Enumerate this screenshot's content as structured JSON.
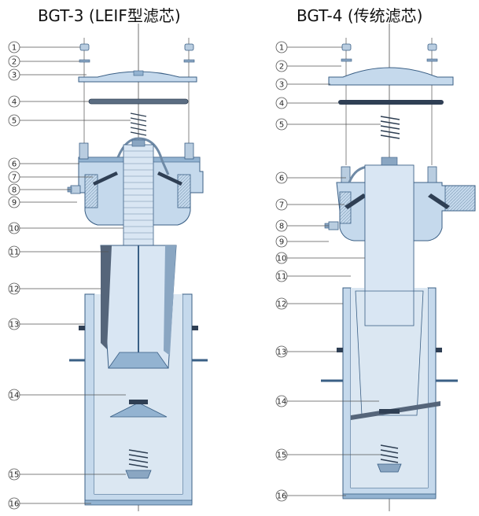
{
  "left": {
    "title": "BGT-3 (LEIF型滤芯)",
    "labels": [
      "1",
      "2",
      "3",
      "4",
      "5",
      "6",
      "7",
      "8",
      "9",
      "10",
      "11",
      "12",
      "13",
      "14",
      "15",
      "16"
    ]
  },
  "right": {
    "title": "BGT-4 (传统滤芯)",
    "labels": [
      "1",
      "2",
      "3",
      "4",
      "5",
      "6",
      "7",
      "8",
      "9",
      "10",
      "11",
      "12",
      "13",
      "14",
      "15",
      "16"
    ]
  },
  "colors": {
    "body_fill": "#c5d9ec",
    "body_dark": "#93b3d1",
    "outline": "#3a5f85",
    "element": "#d9e6f3",
    "filter_cloth": "#55657a",
    "leader": "#555555"
  }
}
